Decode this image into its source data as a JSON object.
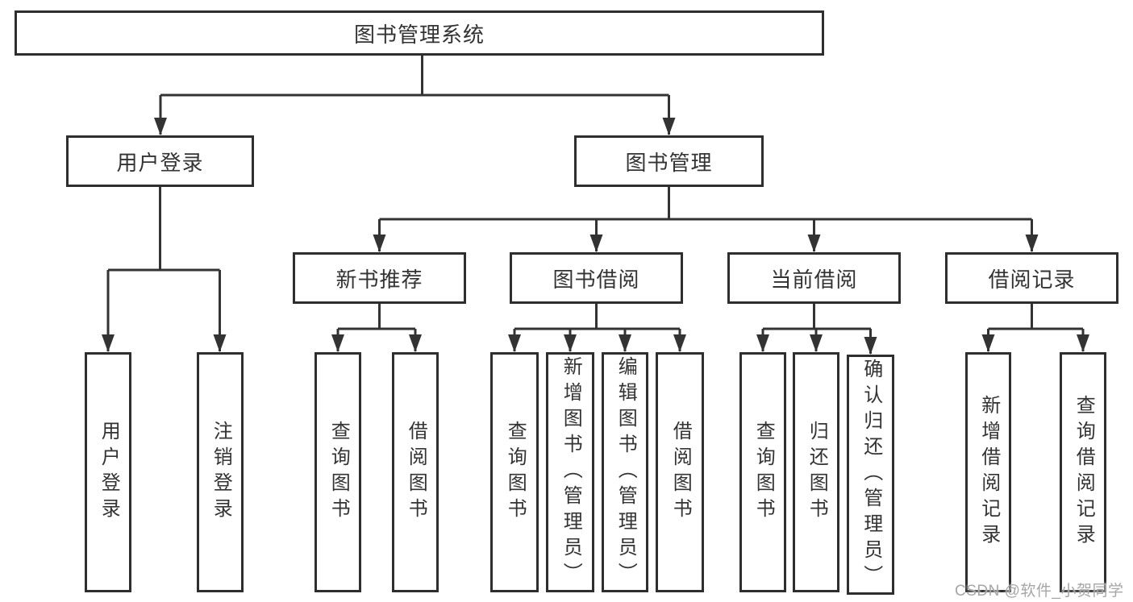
{
  "diagram": {
    "root": {
      "label": "图书管理系统"
    },
    "level2": [
      {
        "label": "用户登录",
        "children": [
          "用户登录",
          "注销登录"
        ]
      },
      {
        "label": "图书管理",
        "groups": [
          {
            "label": "新书推荐",
            "children": [
              "查询图书",
              "借阅图书"
            ]
          },
          {
            "label": "图书借阅",
            "children": [
              "查询图书",
              "新增图书（管理员）",
              "编辑图书（管理员）",
              "借阅图书"
            ]
          },
          {
            "label": "当前借阅",
            "children": [
              "查询图书",
              "归还图书",
              "确认归还（管理员）"
            ]
          },
          {
            "label": "借阅记录",
            "children": [
              "新增借阅记录",
              "查询借阅记录"
            ]
          }
        ]
      }
    ]
  },
  "watermark": {
    "text": "CSDN @软件_小贺同学"
  },
  "colors": {
    "line": "#333333",
    "box_border": "#2e2e2e",
    "text": "#333333",
    "watermark_text": "#a6a6a6",
    "background": "#ffffff"
  }
}
